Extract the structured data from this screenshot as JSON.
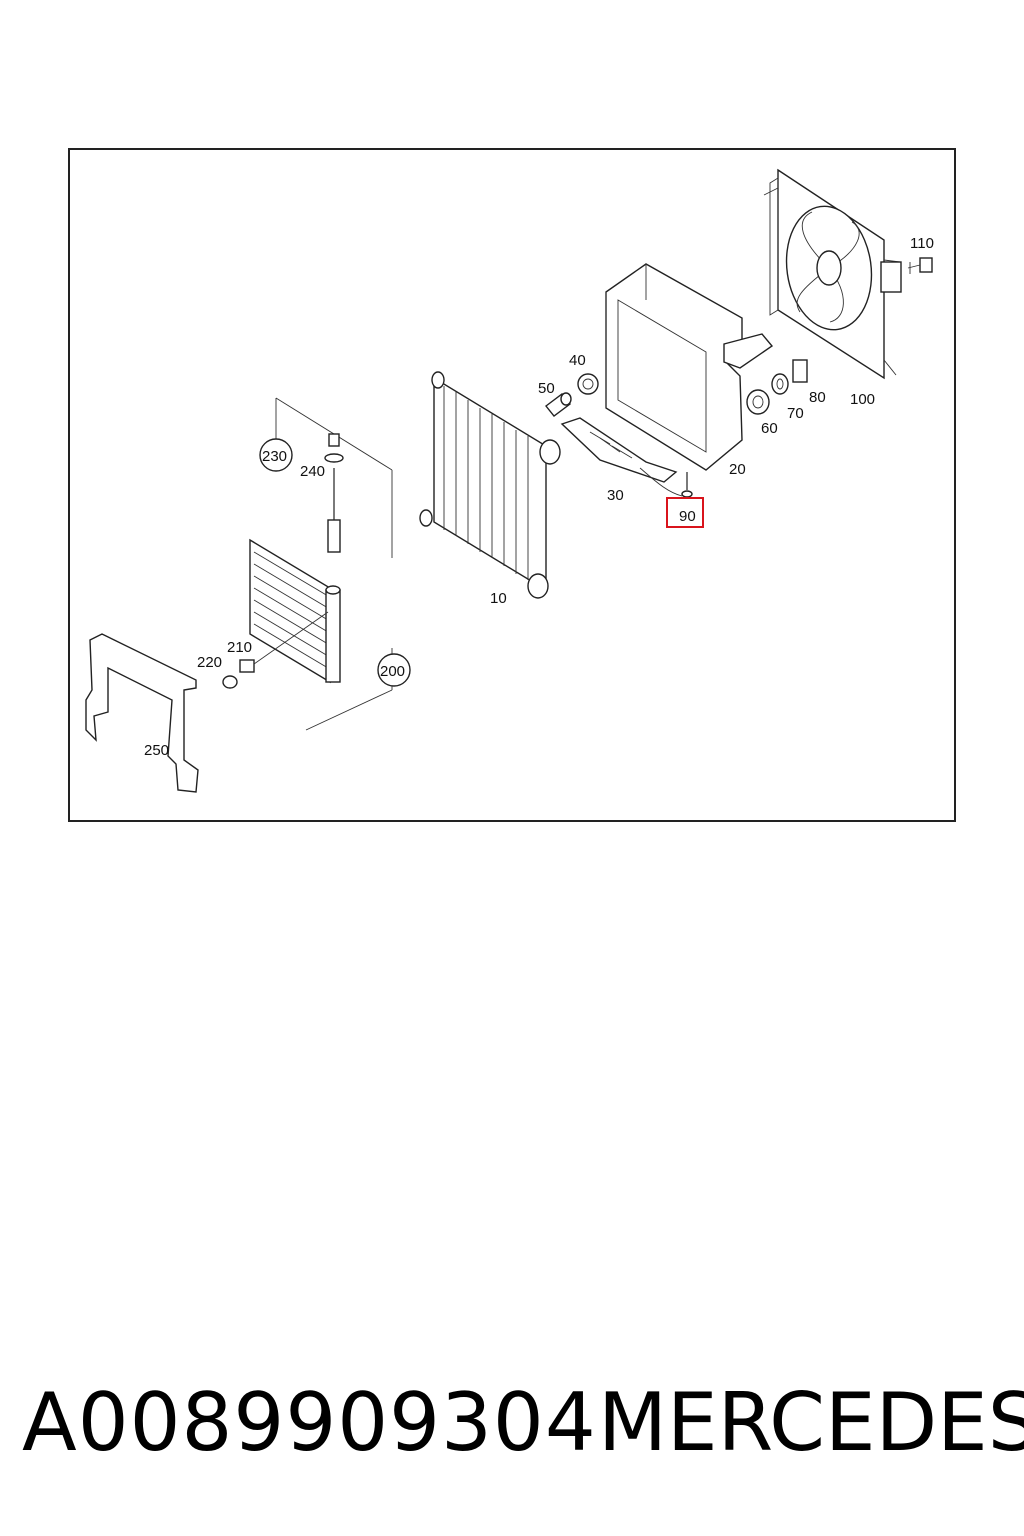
{
  "diagram": {
    "callouts": {
      "c10": "10",
      "c20": "20",
      "c30": "30",
      "c40": "40",
      "c50": "50",
      "c60": "60",
      "c70": "70",
      "c80": "80",
      "c90": "90",
      "c100": "100",
      "c110": "110",
      "c200": "200",
      "c210": "210",
      "c220": "220",
      "c230": "230",
      "c240": "240",
      "c250": "250"
    },
    "highlighted_part": "90",
    "highlight_color": "#d9141c"
  },
  "footer": {
    "part_number": "A0089909304",
    "brand": "MERCEDES"
  }
}
